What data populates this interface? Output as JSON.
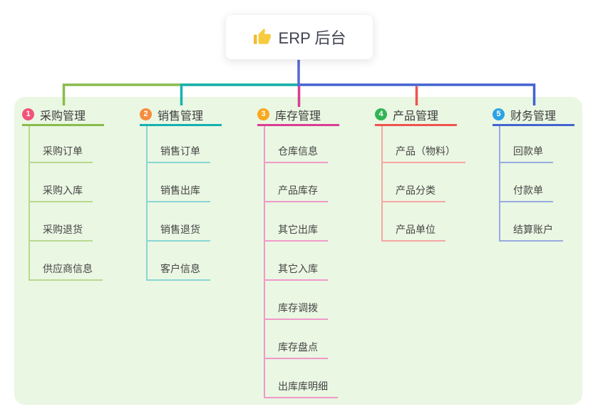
{
  "root": {
    "label": "ERP 后台",
    "icon": "thumbs-up-icon"
  },
  "branches": [
    {
      "number": "1",
      "label": "采购管理",
      "badge_color": "#F2537B",
      "line_color": "#89BC4B",
      "light_color": "#B9D98F",
      "children": [
        "采购订单",
        "采购入库",
        "采购退货",
        "供应商信息"
      ]
    },
    {
      "number": "2",
      "label": "销售管理",
      "badge_color": "#F78C3E",
      "line_color": "#16B1B1",
      "light_color": "#8AD6D2",
      "children": [
        "销售订单",
        "销售出库",
        "销售退货",
        "客户信息"
      ]
    },
    {
      "number": "3",
      "label": "库存管理",
      "badge_color": "#F9A81F",
      "line_color": "#DA3D94",
      "light_color": "#F099C8",
      "children": [
        "仓库信息",
        "产品库存",
        "其它出库",
        "其它入库",
        "库存调拨",
        "库存盘点",
        "出库库明细"
      ]
    },
    {
      "number": "4",
      "label": "产品管理",
      "badge_color": "#33B454",
      "line_color": "#F0534F",
      "light_color": "#F7A6A2",
      "children": [
        "产品（物料）",
        "产品分类",
        "产品单位"
      ]
    },
    {
      "number": "5",
      "label": "财务管理",
      "badge_color": "#2BA3E4",
      "line_color": "#4363D0",
      "light_color": "#97AAE0",
      "children": [
        "回款单",
        "付款单",
        "结算账户"
      ]
    }
  ],
  "colors": {
    "canvas_bg": "#FFFFFF",
    "panel_bg": "#EAF7E3",
    "root_connector": "#5767D5",
    "label_text": "#3C3C3C"
  }
}
